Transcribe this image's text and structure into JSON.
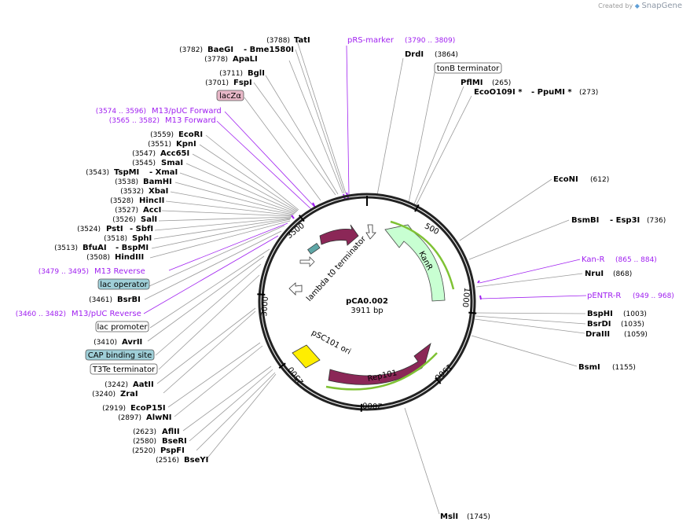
{
  "credit": {
    "prefix": "Created by",
    "brand": "SnapGene"
  },
  "plasmid": {
    "name": "pCA0.002",
    "length": "3911 bp"
  },
  "ticks": [
    "500",
    "1000",
    "1500",
    "2000",
    "2500",
    "3000",
    "3500"
  ],
  "features": {
    "kanr": "KanR",
    "rep101": "Rep101",
    "psc101": "pSC101 ori",
    "lambda": "lambda t0 terminator",
    "lacz": "lacZα",
    "tonb": "tonB terminator",
    "lacop": "lac operator",
    "lacprom": "lac promoter",
    "cap": "CAP binding site",
    "t3te": "T3Te terminator"
  },
  "sites": {
    "tati": {
      "name": "TatI",
      "pos": "(3788)"
    },
    "baegi": {
      "name": "BaeGI",
      "pos": "(3782)"
    },
    "bme": {
      "name": "- Bme1580I"
    },
    "apali": {
      "name": "ApaLI",
      "pos": "(3778)"
    },
    "bgli": {
      "name": "BglI",
      "pos": "(3711)"
    },
    "fspi": {
      "name": "FspI",
      "pos": "(3701)"
    },
    "ecori": {
      "name": "EcoRI",
      "pos": "(3559)"
    },
    "kpni": {
      "name": "KpnI",
      "pos": "(3551)"
    },
    "acc65i": {
      "name": "Acc65I",
      "pos": "(3547)"
    },
    "smai": {
      "name": "SmaI",
      "pos": "(3545)"
    },
    "tspmi": {
      "name": "TspMI",
      "pos": "(3543)"
    },
    "xmai": {
      "name": "- XmaI"
    },
    "bamhi": {
      "name": "BamHI",
      "pos": "(3538)"
    },
    "xbai": {
      "name": "XbaI",
      "pos": "(3532)"
    },
    "hincii": {
      "name": "HincII",
      "pos": "(3528)"
    },
    "acci": {
      "name": "AccI",
      "pos": "(3527)"
    },
    "sali": {
      "name": "SalI",
      "pos": "(3526)"
    },
    "psti": {
      "name": "PstI",
      "pos": "(3524)"
    },
    "sbfi": {
      "name": "- SbfI"
    },
    "sphi": {
      "name": "SphI",
      "pos": "(3518)"
    },
    "bfuai": {
      "name": "BfuAI",
      "pos": "(3513)"
    },
    "bspmi": {
      "name": "- BspMI"
    },
    "hindiii": {
      "name": "HindIII",
      "pos": "(3508)"
    },
    "bsrbi": {
      "name": "BsrBI",
      "pos": "(3461)"
    },
    "avrii": {
      "name": "AvrII",
      "pos": "(3410)"
    },
    "aatii": {
      "name": "AatII",
      "pos": "(3242)"
    },
    "zrai": {
      "name": "ZraI",
      "pos": "(3240)"
    },
    "ecop15i": {
      "name": "EcoP15I",
      "pos": "(2919)"
    },
    "alwni": {
      "name": "AlwNI",
      "pos": "(2897)"
    },
    "aflii": {
      "name": "AflII",
      "pos": "(2623)"
    },
    "bseri": {
      "name": "BseRI",
      "pos": "(2580)"
    },
    "pspfi": {
      "name": "PspFI",
      "pos": "(2520)"
    },
    "bseyi": {
      "name": "BseYI",
      "pos": "(2516)"
    },
    "drdi": {
      "name": "DrdI",
      "pos": "(3864)"
    },
    "pflmi": {
      "name": "PflMI",
      "pos": "(265)"
    },
    "ecoo109i": {
      "name": "EcoO109I *",
      "pos": "(273)"
    },
    "ppumi": {
      "name": "- PpuMI *"
    },
    "econi": {
      "name": "EcoNI",
      "pos": "(612)"
    },
    "bsmbi": {
      "name": "BsmBI",
      "pos": "(736)"
    },
    "esp3i": {
      "name": "- Esp3I"
    },
    "nrui": {
      "name": "NruI",
      "pos": "(868)"
    },
    "bsphi": {
      "name": "BspHI",
      "pos": "(1003)"
    },
    "bsrdi": {
      "name": "BsrDI",
      "pos": "(1035)"
    },
    "draiii": {
      "name": "DraIII",
      "pos": "(1059)"
    },
    "bsmi": {
      "name": "BsmI",
      "pos": "(1155)"
    },
    "msli": {
      "name": "MslI",
      "pos": "(1745)"
    }
  },
  "primers": {
    "prs": {
      "name": "pRS-marker",
      "pos": "(3790 .. 3809)"
    },
    "m13pucf": {
      "name": "M13/pUC Forward",
      "pos": "(3574 .. 3596)"
    },
    "m13f": {
      "name": "M13 Forward",
      "pos": "(3565 .. 3582)"
    },
    "m13r": {
      "name": "M13 Reverse",
      "pos": "(3479 .. 3495)"
    },
    "m13pucr": {
      "name": "M13/pUC Reverse",
      "pos": "(3460 .. 3482)"
    },
    "kanr": {
      "name": "Kan-R",
      "pos": "(865 .. 884)"
    },
    "pentr": {
      "name": "pENTR-R",
      "pos": "(949 .. 968)"
    }
  },
  "colors": {
    "backbone": "#222222",
    "maroon": "#8b2757",
    "kanr_fill": "#c8ffd2",
    "yellow": "#ffee00",
    "teal": "#5fa7a7",
    "primer": "#a020f0",
    "orf": "#7fc234"
  }
}
